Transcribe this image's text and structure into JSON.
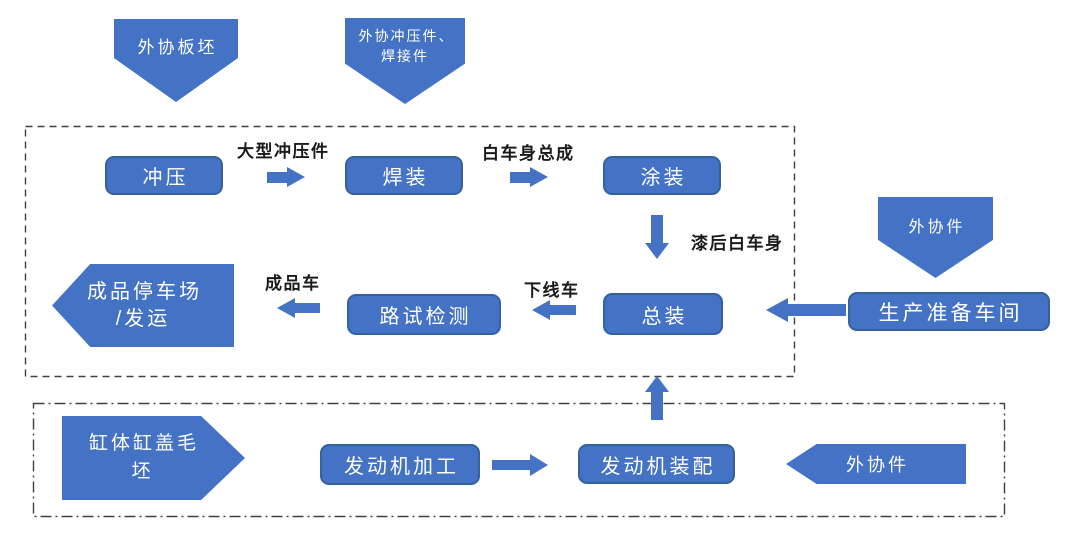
{
  "colors": {
    "shape_fill": "#4472C4",
    "shape_border": "#35619F",
    "shape_text": "#FFFFFF",
    "flow_label_text": "#1A1A1A",
    "boundary_stroke": "#404040",
    "background": "#FFFFFF"
  },
  "nodes": {
    "outsourced_slab": "外协板坯",
    "outsourced_stamping_welding_parts": "外协冲压件、\n焊接件",
    "stamping": "冲压",
    "welding": "焊装",
    "painting": "涂装",
    "final_assembly": "总装",
    "road_test": "路试检测",
    "finished_parking_shipping": "成品停车场\n/发运",
    "outsourced_parts_main": "外协件",
    "production_prep_workshop": "生产准备车间",
    "cylinder_block_head_blank": "缸体缸盖毛\n坯",
    "engine_machining": "发动机加工",
    "engine_assembly": "发动机装配",
    "outsourced_parts_engine": "外协件"
  },
  "flow_labels": {
    "large_stamping_parts": "大型冲压件",
    "body_in_white_assembly": "白车身总成",
    "painted_body_in_white": "漆后白车身",
    "offline_vehicle": "下线车",
    "finished_vehicle": "成品车"
  }
}
